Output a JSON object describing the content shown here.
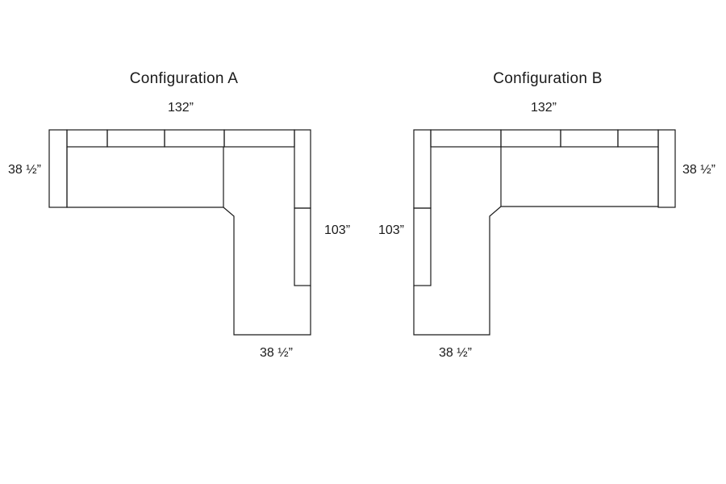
{
  "configurations": [
    {
      "title": "Configuration A",
      "width_label": "132”",
      "depth_label": "38 ½”",
      "length_label": "103”",
      "chaise_depth_label": "38 ½”"
    },
    {
      "title": "Configuration B",
      "width_label": "132”",
      "depth_label": "38 ½”",
      "length_label": "103”",
      "chaise_depth_label": "38 ½”"
    }
  ],
  "colors": {
    "line": "#1a1a1a",
    "background": "#ffffff"
  }
}
